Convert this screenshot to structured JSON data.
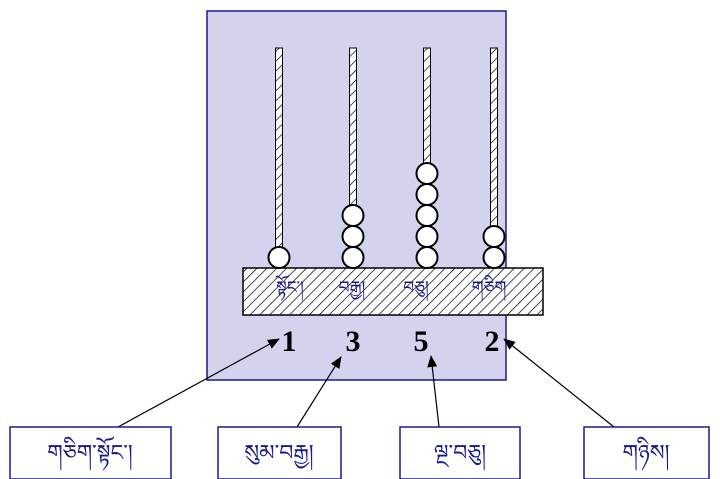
{
  "colors": {
    "panel_fill": "#d3d3ee",
    "panel_stroke": "#1a1a8c",
    "text_blue": "#1a1a8c",
    "bead_fill": "#ffffff",
    "bead_stroke": "#000000"
  },
  "rods": [
    {
      "place_label": "སྟོང་།",
      "digit": "1",
      "beads": 1
    },
    {
      "place_label": "བརྒྱ།",
      "digit": "3",
      "beads": 3
    },
    {
      "place_label": "བཅུ།",
      "digit": "5",
      "beads": 5
    },
    {
      "place_label": "གཅིག",
      "digit": "2",
      "beads": 2
    }
  ],
  "boxes": [
    {
      "label": "གཅིག་སྟོང་།"
    },
    {
      "label": "སུམ་བརྒྱ།"
    },
    {
      "label": "ལྔ་བཅུ།"
    },
    {
      "label": "གཉིས།"
    }
  ]
}
